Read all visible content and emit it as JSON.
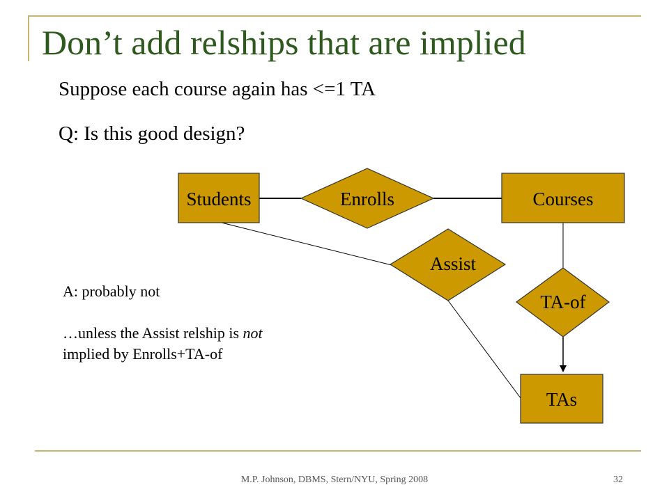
{
  "slide": {
    "title": "Don’t add relships that are implied",
    "bullets": [
      "Suppose each course again has <=1 TA",
      "Q: Is this good design?"
    ],
    "answer": {
      "line1": "A: probably not",
      "line2_prefix": "…unless the Assist relship is ",
      "line2_emphasis": "not",
      "line3": "implied by Enrolls+TA-of"
    }
  },
  "diagram": {
    "entities": {
      "students": "Students",
      "courses": "Courses",
      "tas": "TAs"
    },
    "relationships": {
      "enrolls": "Enrolls",
      "assist": "Assist",
      "ta_of": "TA-of"
    },
    "colors": {
      "fill": "#cc9900",
      "stroke": "#333333"
    }
  },
  "footer": {
    "text": "M.P. Johnson, DBMS, Stern/NYU, Spring 2008",
    "page": "32"
  }
}
